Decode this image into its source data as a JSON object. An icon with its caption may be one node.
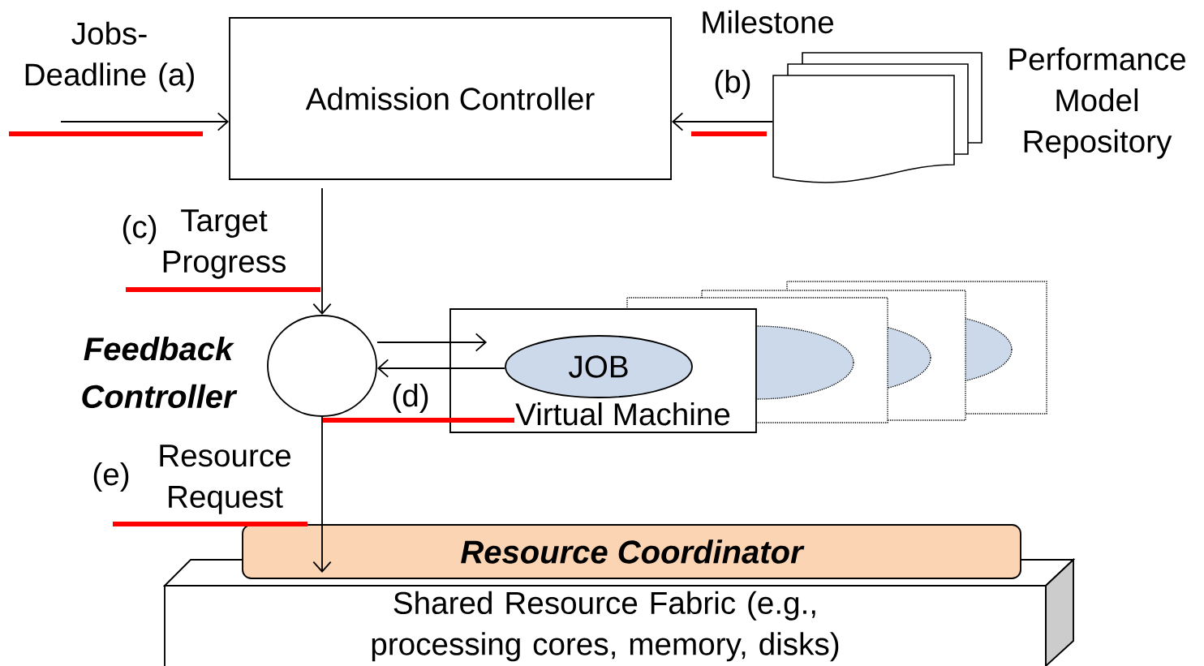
{
  "diagram": {
    "nodes": [
      {
        "text": [
          "Admission Controller"
        ]
      },
      {
        "text": [
          "Performance Model Repository"
        ]
      },
      {
        "text": [
          "Feedback Controller"
        ]
      },
      {
        "text": [
          "Virtual Machine"
        ]
      },
      {
        "text": [
          "JOB"
        ],
        "in": 3
      },
      {
        "text": [
          "Resource Coordinator"
        ]
      },
      {
        "text": [
          "Shared Resource Fabric (e.g., processing cores, memory, disks)"
        ]
      }
    ],
    "edges": [
      {
        "from": null,
        "to": 0,
        "arrow": "to",
        "label": "Jobs- Deadline (a)"
      },
      {
        "from": 1,
        "to": 0,
        "arrow": "to",
        "label": "(b)"
      },
      {
        "from": 0,
        "to": 2,
        "arrow": "to",
        "label": "Target Progress"
      },
      {
        "from": 2,
        "to": 4,
        "arrow": "to"
      },
      {
        "from": 4,
        "to": 2,
        "arrow": "to",
        "label": "(d)"
      },
      {
        "from": 2,
        "to": 5,
        "arrow": "to",
        "label": "Resource Request"
      }
    ],
    "labels": [
      "Milestone",
      "(c)",
      "(e)"
    ]
  }
}
